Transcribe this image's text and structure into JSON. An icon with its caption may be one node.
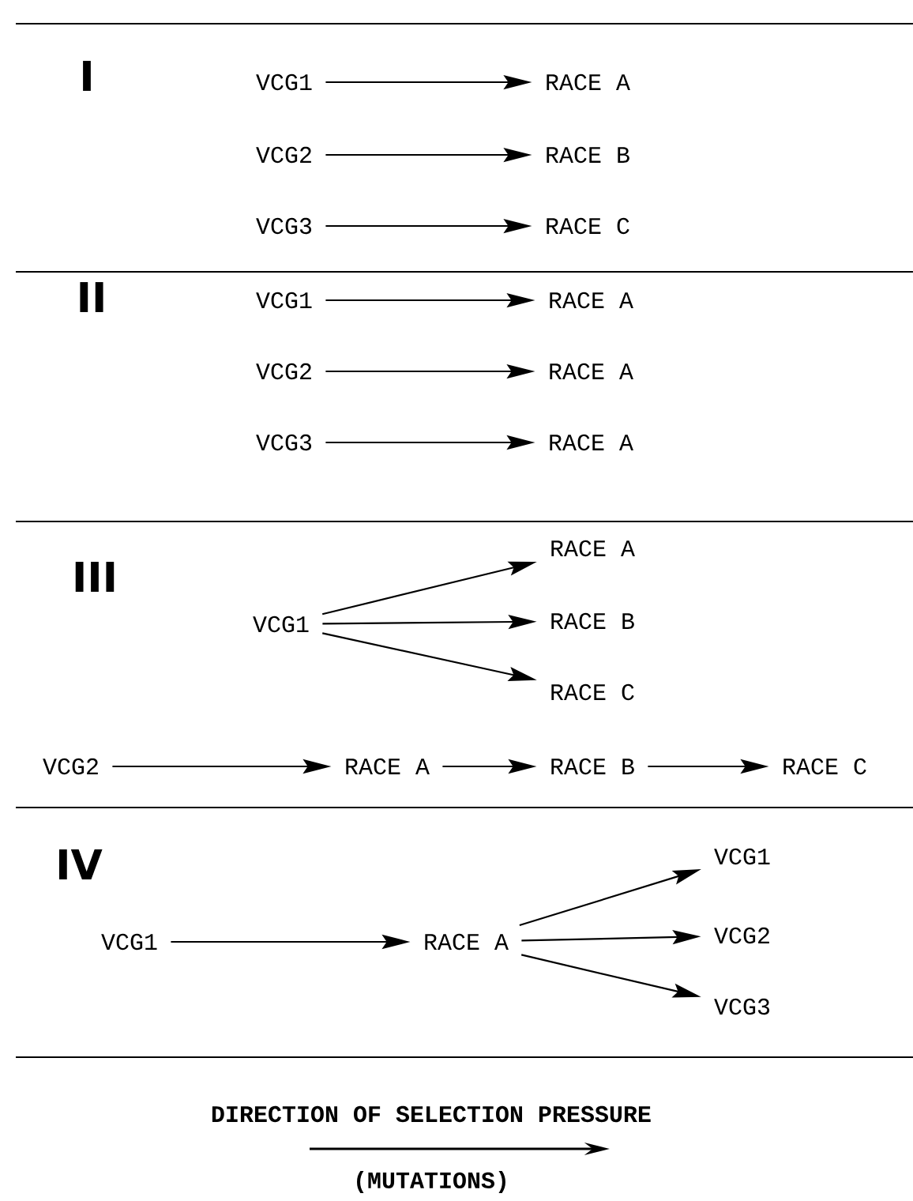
{
  "diagram": {
    "nodes": [
      {
        "text": [
          "VCG1"
        ]
      },
      {
        "text": [
          "RACE A"
        ]
      },
      {
        "text": [
          "VCG2"
        ]
      },
      {
        "text": [
          "RACE B"
        ]
      },
      {
        "text": [
          "VCG3"
        ]
      },
      {
        "text": [
          "RACE C"
        ]
      },
      {
        "text": [
          "VCG1"
        ]
      },
      {
        "text": [
          "RACE A"
        ]
      },
      {
        "text": [
          "VCG2"
        ]
      },
      {
        "text": [
          "RACE A"
        ]
      },
      {
        "text": [
          "VCG3"
        ]
      },
      {
        "text": [
          "RACE A"
        ]
      },
      {
        "text": [
          "VCG1"
        ]
      },
      {
        "text": [
          "RACE A"
        ]
      },
      {
        "text": [
          "RACE B"
        ]
      },
      {
        "text": [
          "RACE C"
        ]
      },
      {
        "text": [
          "VCG2"
        ]
      },
      {
        "text": [
          "RACE A"
        ]
      },
      {
        "text": [
          "RACE B"
        ]
      },
      {
        "text": [
          "RACE C"
        ]
      },
      {
        "text": [
          "VCG1"
        ]
      },
      {
        "text": [
          "RACE A"
        ]
      },
      {
        "text": [
          "VCG1"
        ]
      },
      {
        "text": [
          "VCG2"
        ]
      },
      {
        "text": [
          "VCG3"
        ]
      }
    ],
    "edges": [
      {
        "from": 0,
        "to": 1,
        "arrow": "to"
      },
      {
        "from": 2,
        "to": 3,
        "arrow": "to"
      },
      {
        "from": 4,
        "to": 5,
        "arrow": "to"
      },
      {
        "from": 6,
        "to": 7,
        "arrow": "to"
      },
      {
        "from": 8,
        "to": 9,
        "arrow": "to"
      },
      {
        "from": 10,
        "to": 11,
        "arrow": "to"
      },
      {
        "from": 12,
        "to": 13,
        "arrow": "to"
      },
      {
        "from": 12,
        "to": 14,
        "arrow": "to"
      },
      {
        "from": 12,
        "to": 15,
        "arrow": "to"
      },
      {
        "from": 16,
        "to": 17,
        "arrow": "to"
      },
      {
        "from": 17,
        "to": 18,
        "arrow": "to"
      },
      {
        "from": 18,
        "to": 19,
        "arrow": "to"
      },
      {
        "from": 20,
        "to": 21,
        "arrow": "to"
      },
      {
        "from": 21,
        "to": 22,
        "arrow": "to"
      },
      {
        "from": 21,
        "to": 23,
        "arrow": "to"
      },
      {
        "from": 21,
        "to": 24,
        "arrow": "to"
      }
    ],
    "labels": [
      "I",
      "II",
      "III",
      "IV",
      "DIRECTION OF SELECTION PRESSURE",
      "(MUTATIONS)"
    ]
  }
}
